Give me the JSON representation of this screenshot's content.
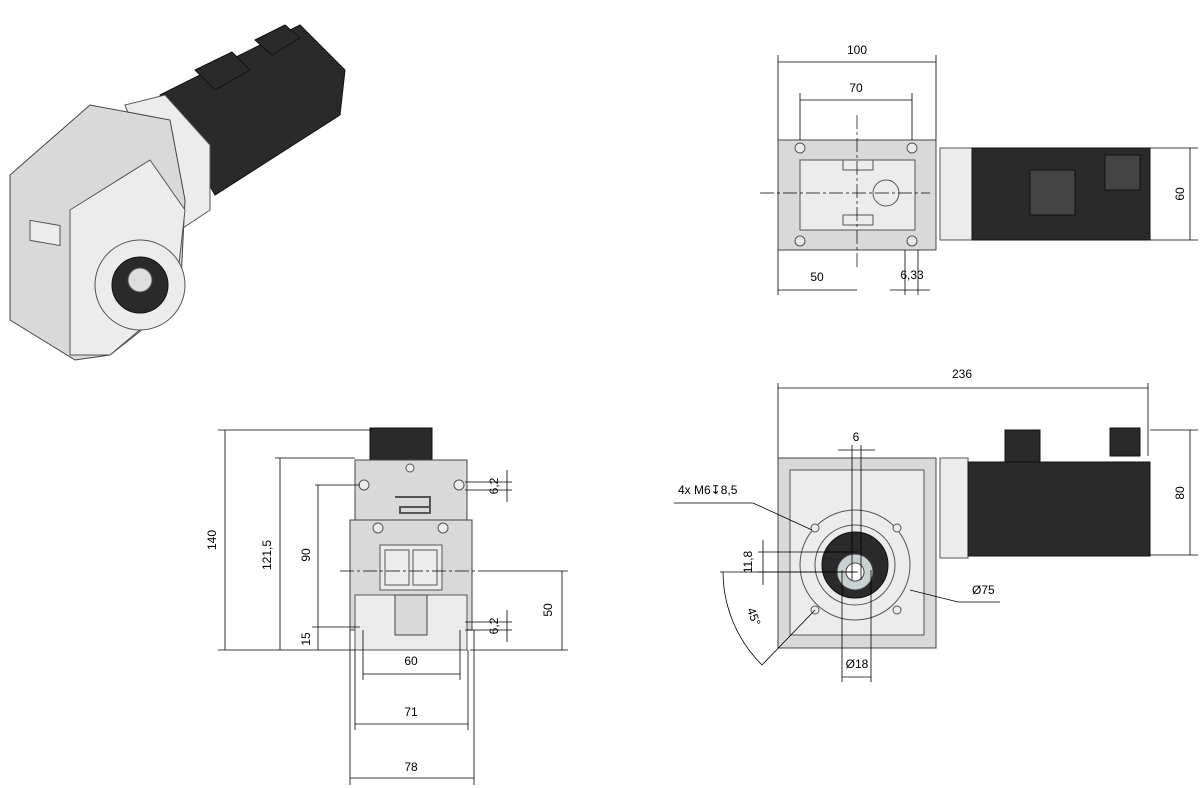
{
  "title": "Worm gearbox with servo motor – dimensional drawing",
  "colors": {
    "housing": "#d9d9d9",
    "motor": "#2a2a2a",
    "line": "#000000"
  },
  "top_view": {
    "width_total": "100",
    "bolt_spacing": "70",
    "motor_height": "60",
    "center_offset": "50",
    "slot_width": "6,33"
  },
  "side_view": {
    "length_total": "236",
    "motor_square": "80",
    "key_width": "6",
    "thread_callout": "4x M6↧8,5",
    "key_height": "11,8",
    "angle": "45°",
    "flange_pcd": "Ø75",
    "bore": "Ø18"
  },
  "front_view": {
    "height_total": "140",
    "height_housing": "121,5",
    "hole_height": "90",
    "base_height": "15",
    "hole_dia_top": "6,2",
    "hole_dia_bottom": "6,2",
    "base_inner": "60",
    "base_mid": "71",
    "base_outer": "78",
    "axis_height": "50"
  }
}
